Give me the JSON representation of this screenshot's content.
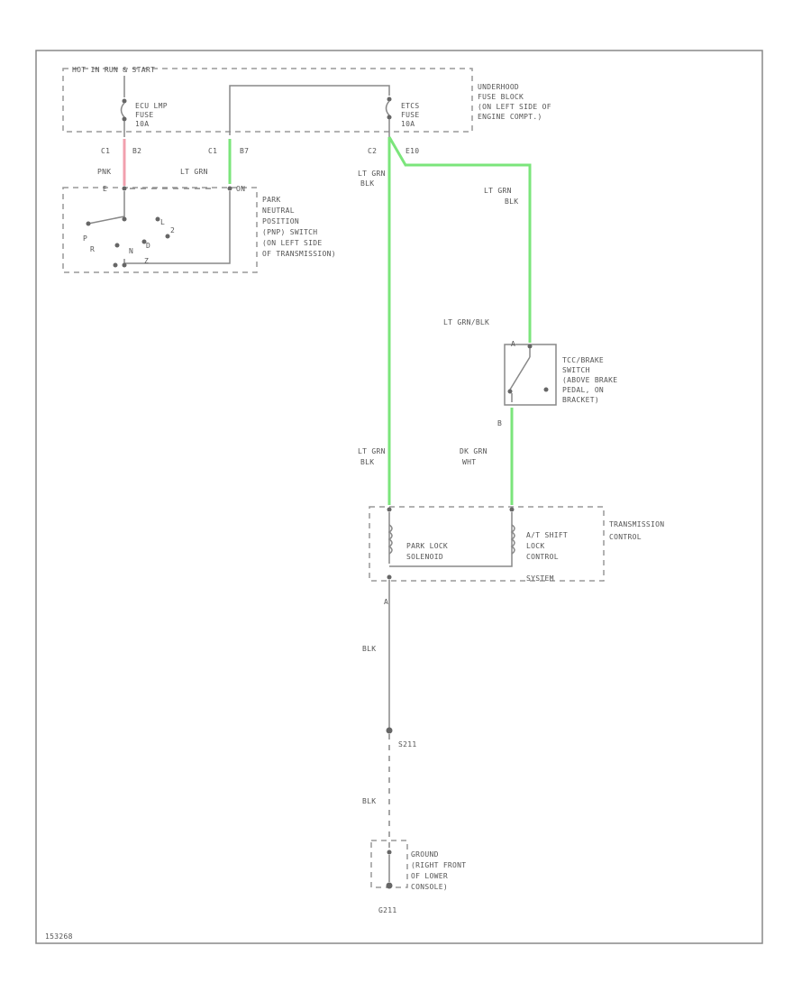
{
  "top_box": {
    "label": "HOT IN RUN & START",
    "fuse_left": [
      "ECU LMP",
      "FUSE",
      "10A"
    ],
    "fuse_right": [
      "ETCS",
      "FUSE",
      "10A"
    ],
    "block_label": [
      "UNDERHOOD",
      "FUSE BLOCK",
      "(ON LEFT SIDE OF",
      "ENGINE COMPT.)"
    ]
  },
  "connectors": {
    "c1_pink": "C1",
    "c1_pink_pin": "B2",
    "c1_green": "C1",
    "c1_green_pin": "B7",
    "c2": "C2",
    "c2_pin": "E10"
  },
  "wires": {
    "pnk": "PNK",
    "lt_grn_1": "LT GRN",
    "lt_grn_blk_main": [
      "LT GRN",
      "BLK"
    ],
    "lt_grn_blk_right": [
      "LT GRN",
      "BLK"
    ],
    "lt_grn_blk_lower": [
      "LT GRN",
      "BLK"
    ],
    "dk_grn_wht": [
      "DK GRN",
      "WHT"
    ],
    "blk_1": "BLK",
    "blk_2": "BLK"
  },
  "pnp_switch": {
    "label": [
      "PARK",
      "NEUTRAL",
      "POSITION",
      "(PNP) SWITCH",
      "(ON LEFT SIDE",
      "OF TRANSMISSION)"
    ],
    "pin_top": "E",
    "pin_on": "ON",
    "positions": [
      "P",
      "R",
      "N",
      "D",
      "2",
      "L"
    ],
    "pin_bottom": "Z"
  },
  "tcc_switch": {
    "pin_label_a": "A",
    "pin_label_b": "B",
    "wire_label": "LT GRN/BLK",
    "label": [
      "TCC/BRAKE",
      "SWITCH",
      "(ABOVE BRAKE",
      "PEDAL, ON",
      "BRACKET)"
    ]
  },
  "transmission_control": {
    "label": [
      "TRANSMISSION",
      "CONTROL"
    ],
    "solenoid_label": [
      "PARK LOCK",
      "SOLENOID"
    ],
    "shift_lock_label": [
      "A/T SHIFT",
      "LOCK",
      "CONTROL",
      "SYSTEM"
    ],
    "pin_bottom": "A"
  },
  "splice": "S211",
  "ground": {
    "label": [
      "GROUND",
      "(RIGHT FRONT",
      "OF LOWER",
      "CONSOLE)"
    ],
    "id": "G211"
  },
  "figure_id": "153268"
}
